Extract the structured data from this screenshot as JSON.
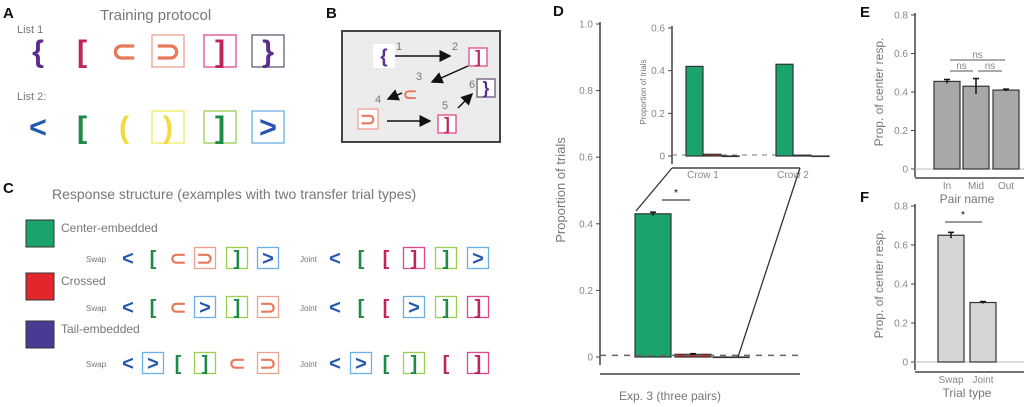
{
  "panels": {
    "a": {
      "label": "A",
      "title": "Training protocol",
      "list1_label": "List 1",
      "list2_label": "List 2:"
    },
    "b": {
      "label": "B",
      "steps": [
        "1",
        "2",
        "3",
        "4",
        "5",
        "6"
      ]
    },
    "c": {
      "label": "C",
      "title": "Response structure (examples with two transfer trial types)"
    },
    "d": {
      "label": "D"
    },
    "e": {
      "label": "E"
    },
    "f": {
      "label": "F"
    }
  },
  "symbols": {
    "p_open": {
      "glyph": "{",
      "color": "#5b2d8e",
      "box": null
    },
    "r_open": {
      "glyph": "[",
      "color": "#c0245c",
      "box": null
    },
    "o_open": {
      "glyph": "⊂",
      "color": "#e8785a",
      "box": null
    },
    "o_close": {
      "glyph": "⊃",
      "color": "#e8785a",
      "box": "#f0a090"
    },
    "r_close": {
      "glyph": "]",
      "color": "#c0245c",
      "box": "#e0488a"
    },
    "p_close": {
      "glyph": "}",
      "color": "#5b2d8e",
      "box": "#6a5a7a"
    },
    "b_open": {
      "glyph": "<",
      "color": "#2457b0",
      "box": null
    },
    "g_open": {
      "glyph": "[",
      "color": "#1e8a45",
      "box": null
    },
    "y_open": {
      "glyph": "(",
      "color": "#f0dc40",
      "box": null
    },
    "y_close": {
      "glyph": ")",
      "color": "#f0dc40",
      "box": "#f2ec60"
    },
    "g_close": {
      "glyph": "]",
      "color": "#1e8a45",
      "box": "#9ccf50"
    },
    "b_close": {
      "glyph": ">",
      "color": "#2457b0",
      "box": "#6ab0e8"
    }
  },
  "list1": [
    "p_open",
    "r_open",
    "o_open",
    "o_close",
    "r_close",
    "p_close"
  ],
  "list2": [
    "b_open",
    "g_open",
    "y_open",
    "y_close",
    "g_close",
    "b_close"
  ],
  "response_structures": [
    {
      "name": "Center-embedded",
      "color": "#1aa36b",
      "swap_label": "Swap",
      "swap": [
        "b_open",
        "g_open",
        "o_open",
        "o_close",
        "g_close",
        "b_close"
      ],
      "joint_label": "Joint",
      "joint": [
        "b_open",
        "g_open",
        "r_open",
        "r_close",
        "g_close",
        "b_close"
      ]
    },
    {
      "name": "Crossed",
      "color": "#e3262b",
      "swap_label": "Swap",
      "swap": [
        "b_open",
        "g_open",
        "o_open",
        "b_close",
        "g_close",
        "o_close"
      ],
      "joint_label": "Joint",
      "joint": [
        "b_open",
        "g_open",
        "r_open",
        "b_close",
        "g_close",
        "r_close"
      ]
    },
    {
      "name": "Tail-embedded",
      "color": "#4b3a93",
      "swap_label": "Swap",
      "swap": [
        "b_open",
        "b_close",
        "g_open",
        "g_close",
        "o_open",
        "o_close"
      ],
      "joint_label": "Joint",
      "joint": [
        "b_open",
        "b_close",
        "g_open",
        "g_close",
        "r_open",
        "r_close"
      ]
    }
  ],
  "chart_data": [
    {
      "id": "d_main",
      "type": "bar",
      "title": "",
      "xlabel": "Exp. 3 (three pairs)",
      "ylabel": "Proportion of trials",
      "ylim": [
        0,
        1.0
      ],
      "yticks": [
        "0",
        "0.2",
        "0.4",
        "0.6",
        "0.8",
        "1.0"
      ],
      "categories": [
        "Center-embedded",
        "Crossed",
        "Tail-embedded"
      ],
      "values": [
        0.43,
        0.008,
        0.0
      ],
      "errors": [
        0.005,
        0.002,
        0.0
      ],
      "colors": [
        "#1aa36b",
        "#e3262b",
        "#4b3a93"
      ],
      "chance_level": 0.005,
      "significance": "*"
    },
    {
      "id": "d_inset",
      "type": "bar",
      "ylabel": "Proportion of trials",
      "ylim": [
        0,
        0.6
      ],
      "yticks": [
        "0",
        "0.2",
        "0.4",
        "0.6"
      ],
      "groups": [
        "Crow 1",
        "Crow 2"
      ],
      "series": [
        {
          "name": "Center-embedded",
          "values": [
            0.42,
            0.43
          ],
          "color": "#1aa36b"
        },
        {
          "name": "Crossed",
          "values": [
            0.008,
            0.004
          ],
          "color": "#e3262b"
        },
        {
          "name": "Tail-embedded",
          "values": [
            0.0,
            0.0
          ],
          "color": "#4b3a93"
        }
      ]
    },
    {
      "id": "e",
      "type": "bar",
      "xlabel": "Pair name",
      "ylabel": "Prop. of center resp.",
      "ylim": [
        0,
        0.8
      ],
      "yticks": [
        "0",
        "0.2",
        "0.4",
        "0.6",
        "0.8"
      ],
      "categories": [
        "In",
        "Mid",
        "Out"
      ],
      "values": [
        0.455,
        0.43,
        0.41
      ],
      "errors": [
        0.01,
        0.04,
        0.005
      ],
      "color": "#a8a8a8",
      "significance": [
        "ns",
        "ns",
        "ns"
      ]
    },
    {
      "id": "f",
      "type": "bar",
      "xlabel": "Trial type",
      "ylabel": "Prop. of center resp.",
      "ylim": [
        0,
        0.8
      ],
      "yticks": [
        "0",
        "0.2",
        "0.4",
        "0.6",
        "0.8"
      ],
      "categories": [
        "Swap",
        "Joint"
      ],
      "values": [
        0.65,
        0.305
      ],
      "errors": [
        0.015,
        0.005
      ],
      "color": "#d6d6d6",
      "significance": "*"
    }
  ]
}
